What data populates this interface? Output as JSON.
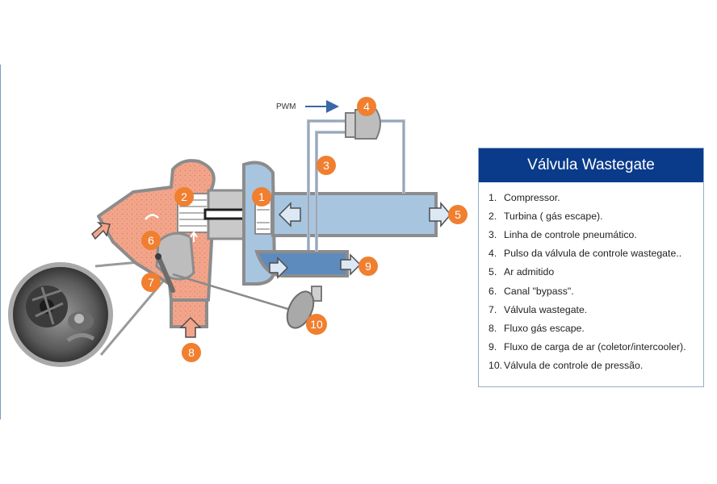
{
  "pwm_label": "PWM",
  "legend": {
    "title": "Válvula Wastegate",
    "items": [
      {
        "num": "1.",
        "text": "Compressor."
      },
      {
        "num": "2.",
        "text": "Turbina ( gás escape)."
      },
      {
        "num": "3.",
        "text": "Linha de controle pneumático."
      },
      {
        "num": "4.",
        "text": "Pulso da válvula de controle wastegate.."
      },
      {
        "num": "5.",
        "text": "Ar admitido"
      },
      {
        "num": "6.",
        "text": "Canal \"bypass\"."
      },
      {
        "num": "7.",
        "text": "Válvula wastegate."
      },
      {
        "num": "8.",
        "text": "Fluxo gás escape."
      },
      {
        "num": "9.",
        "text": "Fluxo de carga de ar (coletor/intercooler)."
      },
      {
        "num": "10.",
        "text": "Válvula de controle de pressão."
      }
    ]
  },
  "badges": [
    "1",
    "2",
    "3",
    "4",
    "5",
    "6",
    "7",
    "8",
    "9",
    "10"
  ],
  "colors": {
    "badge": "#f07f30",
    "exhaust": "#f2a58a",
    "intake": "#a8c5e0",
    "charge": "#5e8bbd",
    "housing": "#9a9a9a",
    "header": "#0a3b8a"
  }
}
